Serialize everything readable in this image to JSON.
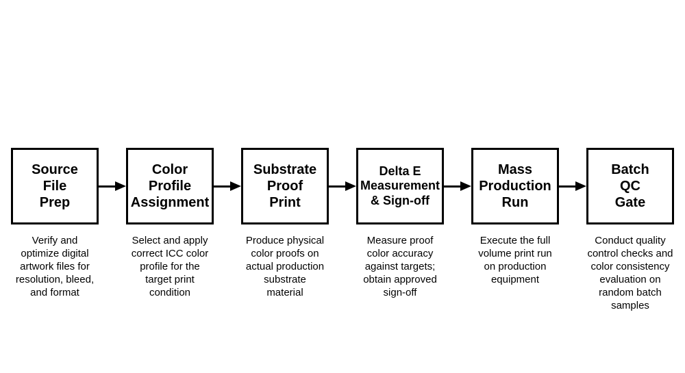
{
  "flowchart": {
    "background_color": "#ffffff",
    "box_border_color": "#000000",
    "text_color": "#000000",
    "steps": [
      {
        "title": [
          "Source",
          "File",
          "Prep"
        ],
        "description": [
          "Verify and",
          "optimize digital",
          "artwork files for",
          "resolution, bleed,",
          "and format"
        ]
      },
      {
        "title": [
          "Color",
          "Profile",
          "Assignment"
        ],
        "description": [
          "Select and apply",
          "correct ICC color",
          "profile for the",
          "target print",
          "condition"
        ]
      },
      {
        "title": [
          "Substrate",
          "Proof",
          "Print"
        ],
        "description": [
          "Produce physical",
          "color proofs on",
          "actual production",
          "substrate",
          "material"
        ]
      },
      {
        "title": [
          "Delta E",
          "Measurement",
          "& Sign-off"
        ],
        "description": [
          "Measure proof",
          "color accuracy",
          "against targets;",
          "obtain approved",
          "sign-off"
        ]
      },
      {
        "title": [
          "Mass",
          "Production",
          "Run"
        ],
        "description": [
          "Execute the full",
          "volume print run",
          "on production",
          "equipment"
        ]
      },
      {
        "title": [
          "Batch",
          "QC",
          "Gate"
        ],
        "description": [
          "Conduct quality",
          "control checks and",
          "color consistency",
          "evaluation on",
          "random batch",
          "samples"
        ]
      }
    ]
  }
}
